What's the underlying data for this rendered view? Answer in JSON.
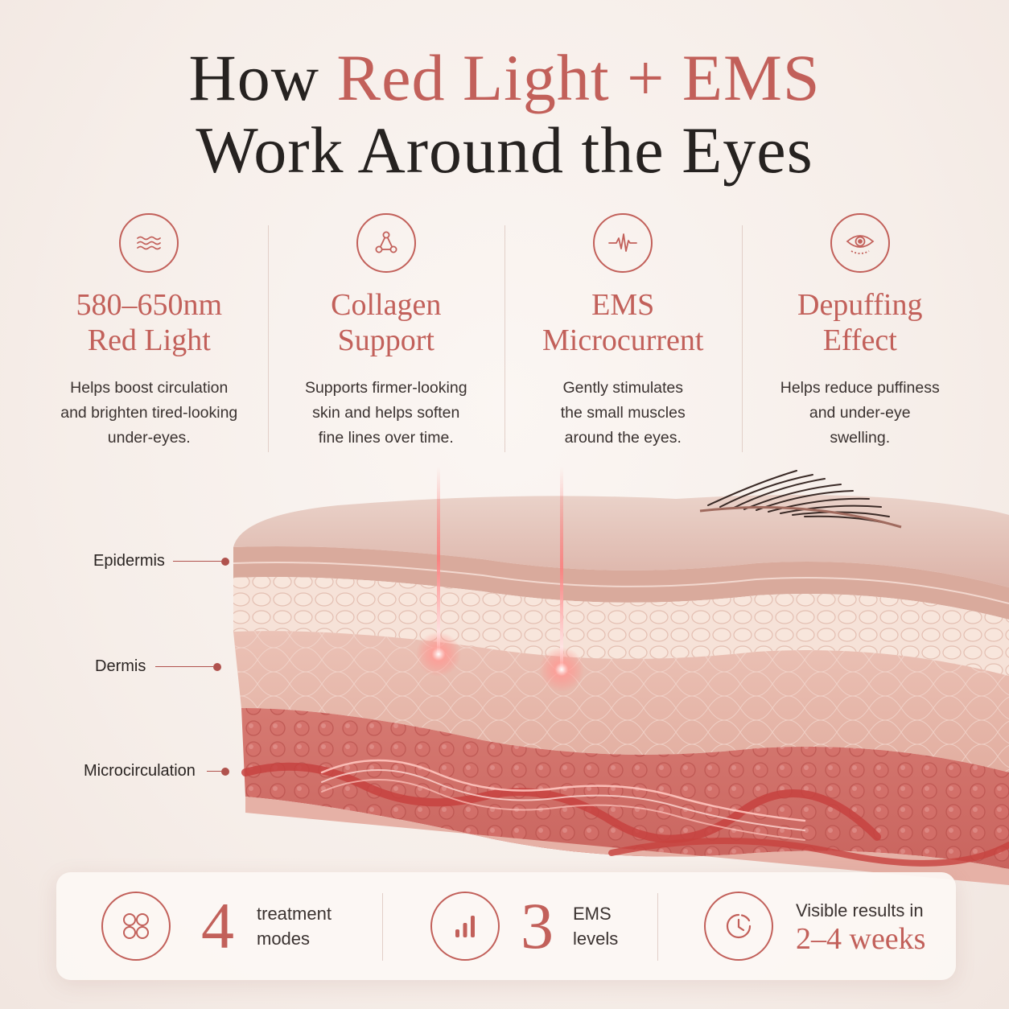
{
  "title": {
    "line1_pre": "How ",
    "line1_accent": "Red Light + EMS",
    "line2": "Work Around the Eyes"
  },
  "features": [
    {
      "icon": "waves-icon",
      "title": "580–650nm\nRed Light",
      "desc": "Helps boost circulation\nand brighten tired-looking\nunder-eyes."
    },
    {
      "icon": "molecule-icon",
      "title": "Collagen\nSupport",
      "desc": "Supports firmer-looking\nskin and helps soften\nfine lines over time."
    },
    {
      "icon": "pulse-icon",
      "title": "EMS\nMicrocurrent",
      "desc": "Gently stimulates\nthe small muscles\naround the eyes."
    },
    {
      "icon": "eye-icon",
      "title": "Depuffing\nEffect",
      "desc": "Helps reduce puffiness\nand under-eye\nswelling."
    }
  ],
  "layers": {
    "epidermis": "Epidermis",
    "dermis": "Dermis",
    "microcirculation": "Microcirculation"
  },
  "stats": {
    "modes": {
      "icon": "grid-icon",
      "number": "4",
      "label": "treatment\nmodes"
    },
    "levels": {
      "icon": "bars-icon",
      "number": "3",
      "label": "EMS\nlevels"
    },
    "results": {
      "icon": "clock-icon",
      "label": "Visible results in",
      "value": "2–4 weeks"
    }
  },
  "colors": {
    "accent": "#c2605a",
    "text": "#262220",
    "background": "#f7f0ec"
  }
}
